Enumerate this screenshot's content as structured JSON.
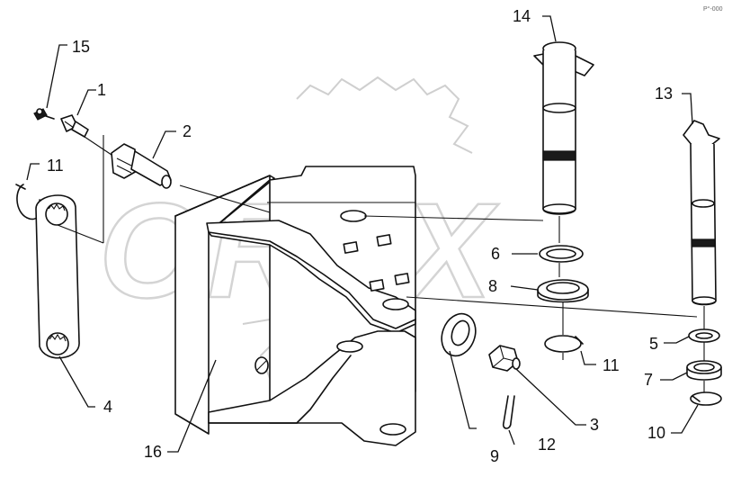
{
  "diagram": {
    "corner_code": "P°-000",
    "watermark_text": "OREX",
    "callouts": {
      "c1": "1",
      "c2": "2",
      "c3": "3",
      "c4": "4",
      "c5": "5",
      "c6": "6",
      "c7": "7",
      "c8": "8",
      "c9": "9",
      "c10": "10",
      "c11a": "11",
      "c11b": "11",
      "c12": "12",
      "c13": "13",
      "c14": "14",
      "c15": "15",
      "c16": "16"
    }
  }
}
